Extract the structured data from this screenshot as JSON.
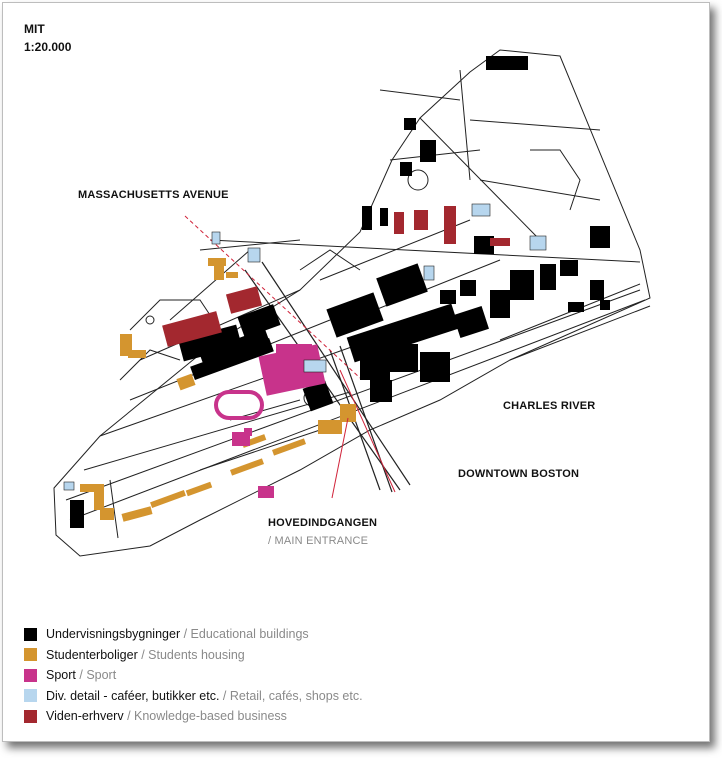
{
  "title": {
    "place": "MIT",
    "scale": "1:20.000"
  },
  "labels": {
    "mass_ave": "MASSACHUSETTS AVENUE",
    "charles_river": "CHARLES RIVER",
    "downtown": "DOWNTOWN BOSTON",
    "entrance_da": "HOVEDINDGANGEN",
    "entrance_en": "/ MAIN ENTRANCE"
  },
  "legend": [
    {
      "da": "Undervisningsbygninger",
      "sep": " / ",
      "en": "Educational buildings",
      "color": "#000000"
    },
    {
      "da": "Studenterboliger",
      "sep": " / ",
      "en": "Students housing",
      "color": "#d4952f"
    },
    {
      "da": "Sport",
      "sep": " / ",
      "en": "Sport",
      "color": "#c8338b"
    },
    {
      "da": "Div. detail - caféer, butikker etc.",
      "sep": " / ",
      "en": "Retail, cafés, shops etc.",
      "color": "#b7d6ee"
    },
    {
      "da": "Viden-erhverv",
      "sep": " / ",
      "en": "Knowledge-based business",
      "color": "#a3282f"
    }
  ],
  "colors": {
    "educational": "#000000",
    "housing": "#d4952f",
    "sport": "#c8338b",
    "retail": "#b7d6ee",
    "business": "#a3282f",
    "street": "#222222",
    "mass_ave_line": "#d0233a"
  }
}
